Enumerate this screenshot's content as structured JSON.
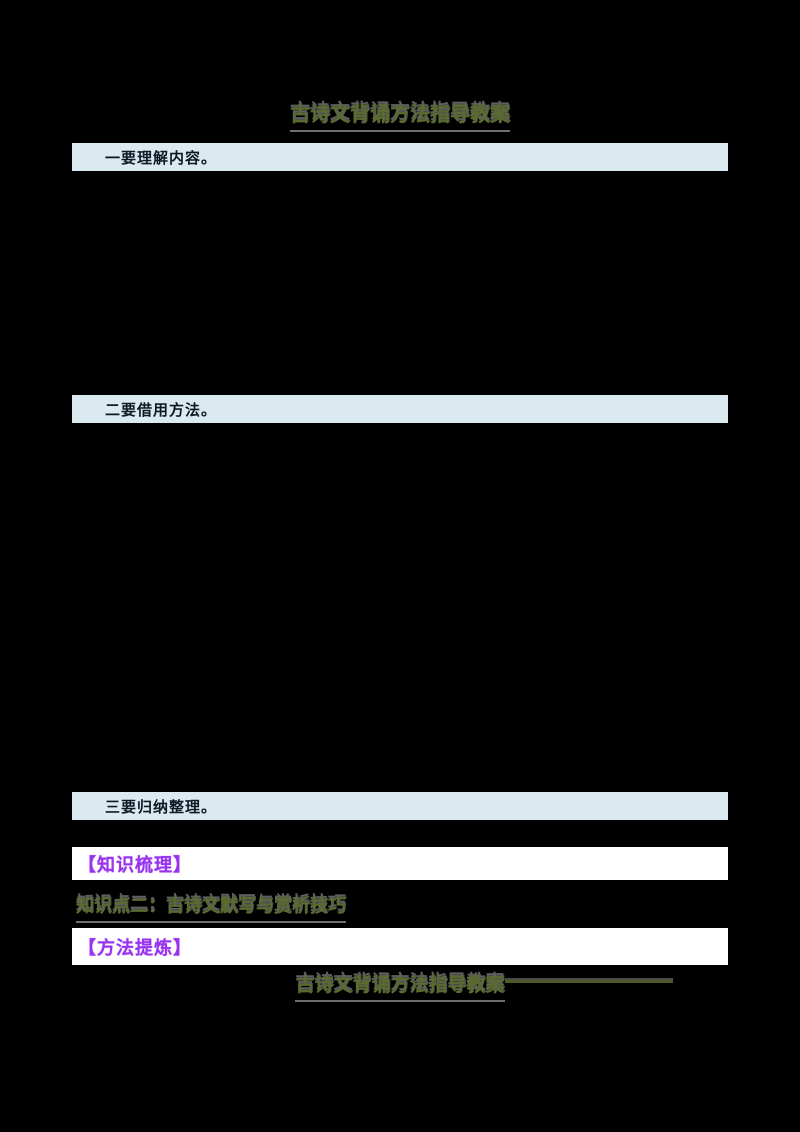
{
  "page": {
    "title": "古诗文背诵方法指导教案",
    "sections": [
      {
        "label": "一要理解内容。"
      },
      {
        "label": "二要借用方法。"
      },
      {
        "label": "三要归纳整理。"
      }
    ],
    "knowledge_header": "【知识梳理】",
    "knowledge_point": "知识点二：古诗文默写与赏析技巧",
    "method_header": "【方法提炼】",
    "footer_line": "古诗文背诵方法指导教案",
    "colors": {
      "page_background": "#000000",
      "section_bar_background": "#dbe9f0",
      "section_bar_text": "#0d1a24",
      "purple_heading": "#9833ee",
      "olive_heading": "#5a6b2e",
      "emboss_gray": "#5d5d5d",
      "white_band": "#ffffff"
    }
  }
}
